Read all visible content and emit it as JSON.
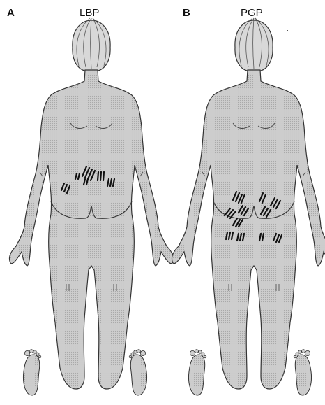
{
  "panels": [
    {
      "letter": "A",
      "title": "LBP"
    },
    {
      "letter": "B",
      "title": "PGP"
    }
  ],
  "colors": {
    "body_fill": "#cfcfcf",
    "outline": "#3a3a3a",
    "hair": "#bdbdbd",
    "marks": "#111111"
  }
}
